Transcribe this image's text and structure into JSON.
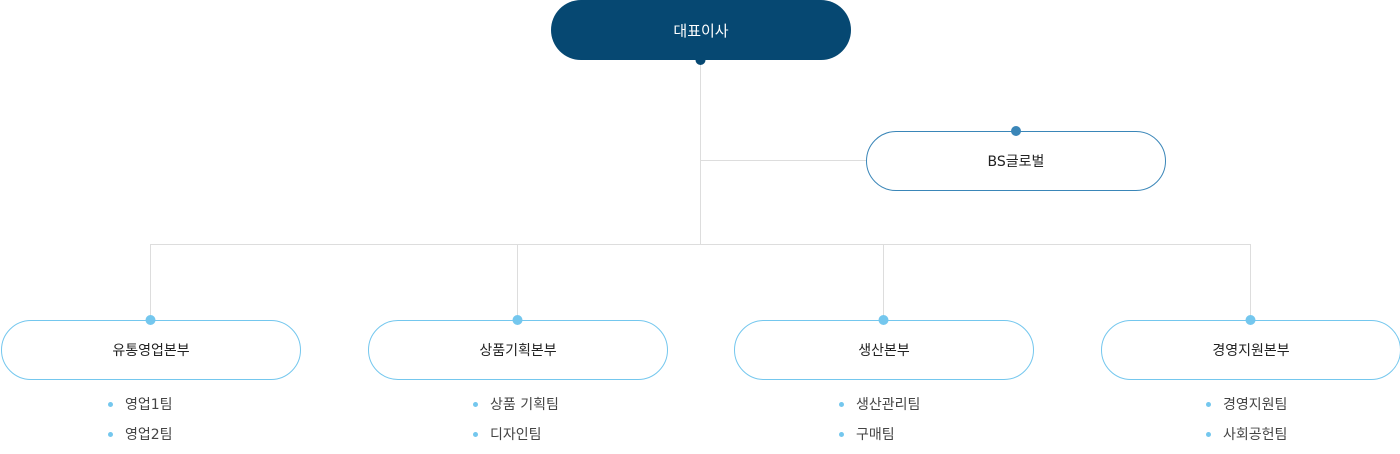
{
  "ceo": {
    "label": "대표이사"
  },
  "bs_global": {
    "label": "BS글로벌"
  },
  "divisions": [
    {
      "label": "유통영업본부",
      "teams": [
        "영업1팀",
        "영업2팀"
      ]
    },
    {
      "label": "상품기획본부",
      "teams": [
        "상품 기획팀",
        "디자인팀"
      ]
    },
    {
      "label": "생산본부",
      "teams": [
        "생산관리팀",
        "구매팀"
      ]
    },
    {
      "label": "경영지원본부",
      "teams": [
        "경영지원팀",
        "사회공헌팀"
      ]
    }
  ],
  "colors": {
    "ceo_fill": "#064872",
    "ceo_dot": "#064872",
    "bs_border": "#3a86b8",
    "bs_dot": "#3a86b8",
    "division_border": "#74c7ee",
    "division_dot": "#74c7ee",
    "line": "#dddddd"
  }
}
